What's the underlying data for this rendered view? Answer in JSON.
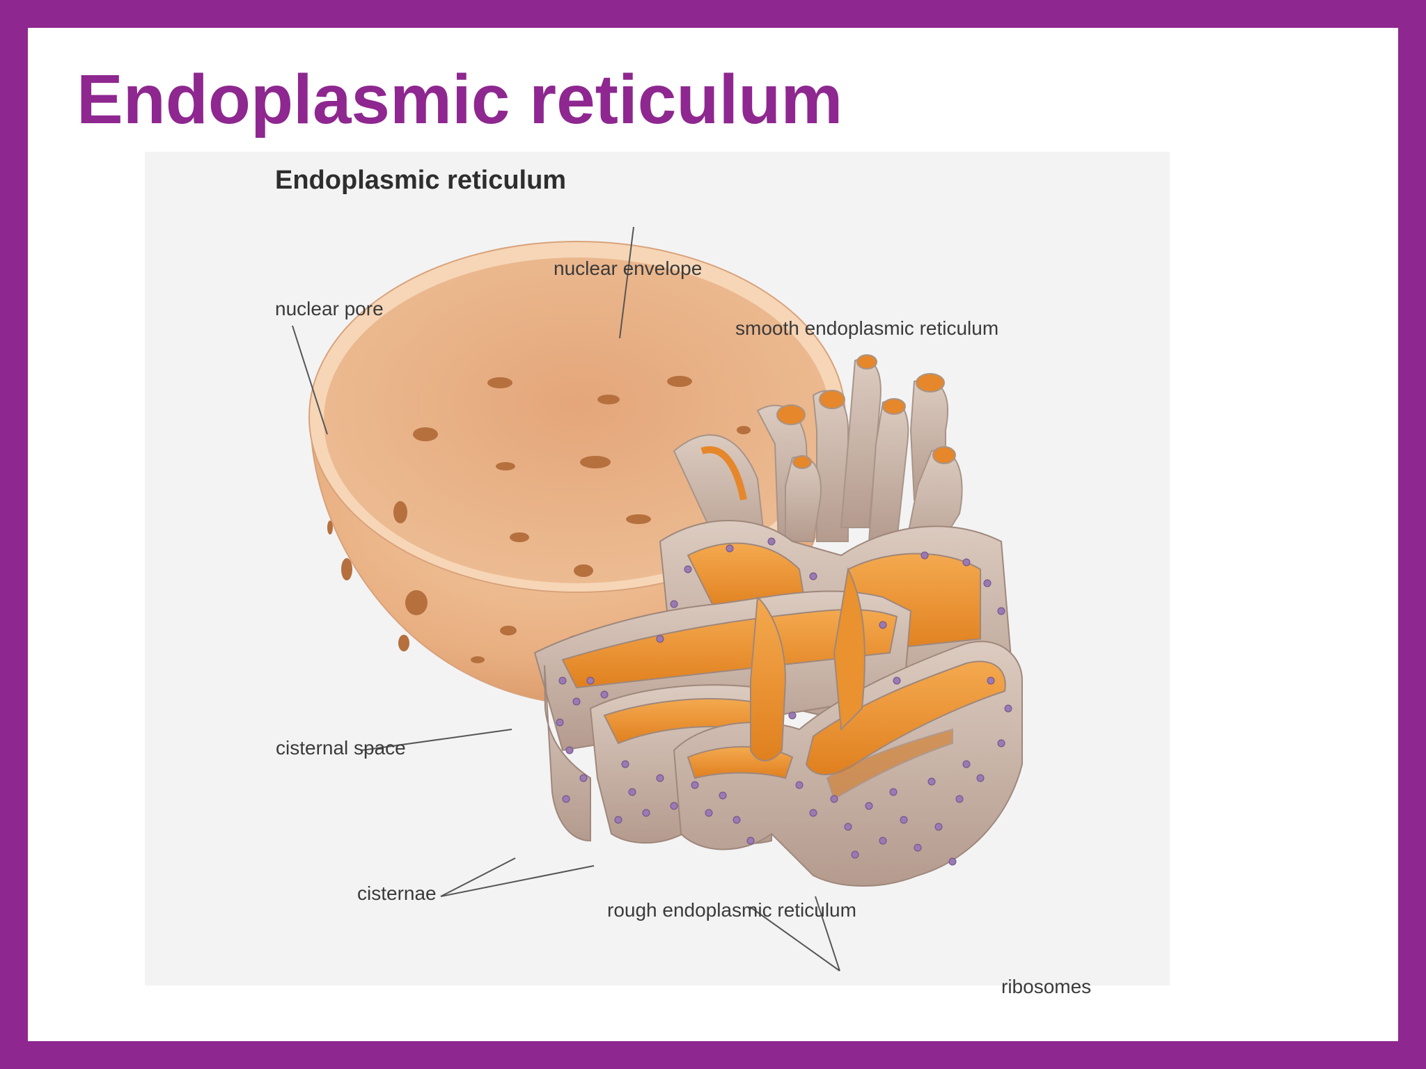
{
  "slide": {
    "title": "Endoplasmic reticulum"
  },
  "figure": {
    "title": "Endoplasmic reticulum",
    "labels": {
      "nuclear_envelope": "nuclear envelope",
      "nuclear_pore": "nuclear pore",
      "smooth_er": "smooth endoplasmic reticulum",
      "cisternal_space": "cisternal space",
      "cisternae": "cisternae",
      "rough_er": "rough endoplasmic reticulum",
      "ribosomes": "ribosomes"
    }
  },
  "colors": {
    "frame": "#8E278F",
    "title": "#8E278F",
    "figure_background": "#f3f3f4",
    "nucleus": "#eab58a",
    "er_membrane": "#c7b2a6",
    "er_lumen": "#ea8e2a",
    "ribosome": "#9a7ab2"
  }
}
